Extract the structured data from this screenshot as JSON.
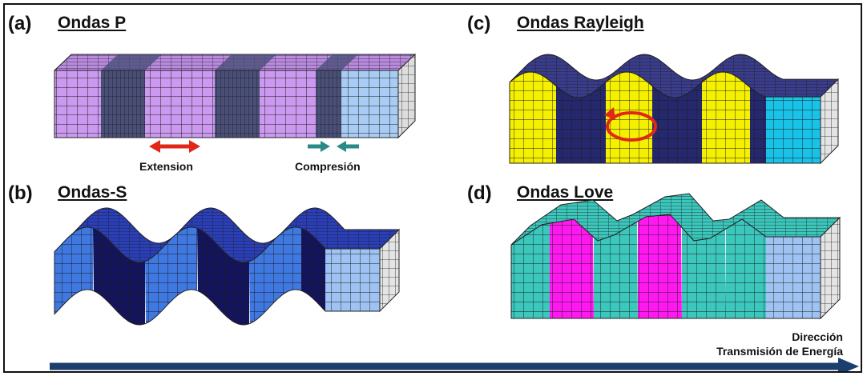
{
  "panels": {
    "a": {
      "letter": "(a)",
      "title": "Ondas P"
    },
    "b": {
      "letter": "(b)",
      "title": "Ondas-S"
    },
    "c": {
      "letter": "(c)",
      "title": "Ondas Rayleigh"
    },
    "d": {
      "letter": "(d)",
      "title": "Ondas Love"
    }
  },
  "labels": {
    "extension": "Extension",
    "compression": "Compresión"
  },
  "direction": {
    "line1": "Dirección",
    "line2": "Transmisión de Energía"
  },
  "colors": {
    "p_light": "#cc99f0",
    "p_dark": "#4a4f78",
    "p_end": "#a8ccf4",
    "s_blue": "#3f78e0",
    "s_navy": "#14145c",
    "s_end": "#9ec2f2",
    "r_yellow": "#f5f000",
    "r_navy": "#26286e",
    "r_cyan": "#19c3e8",
    "l_teal": "#3cc7bd",
    "l_magenta": "#ff19f0",
    "l_end": "#9ec2f2",
    "arrow": "#1a3f6e",
    "red_arrow": "#e02818",
    "teal_arrow": "#2a8a86"
  }
}
